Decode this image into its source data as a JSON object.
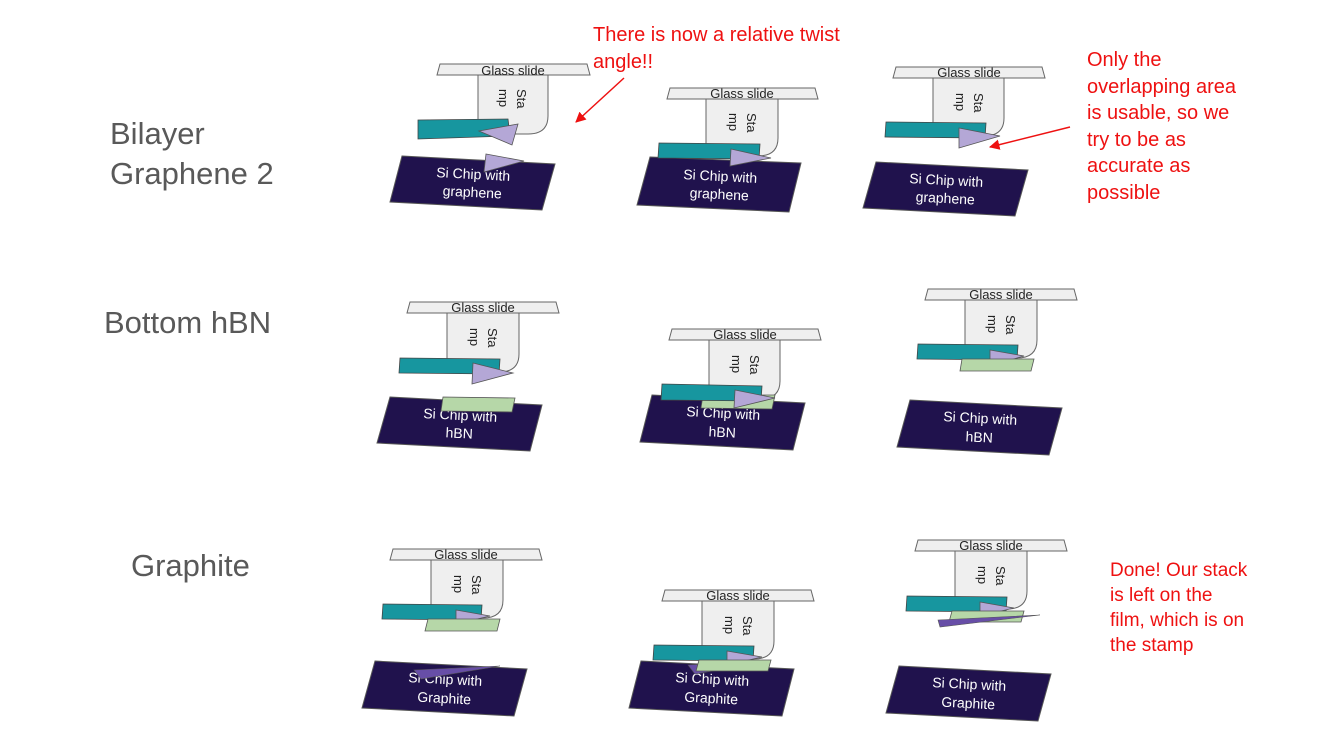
{
  "rows": [
    {
      "label_line1": "Bilayer",
      "label_line2": "Graphene 2"
    },
    {
      "label_line1": "Bottom hBN",
      "label_line2": ""
    },
    {
      "label_line1": "Graphite",
      "label_line2": ""
    }
  ],
  "common": {
    "glass_slide": "Glass slide",
    "stamp_line1": "Sta",
    "stamp_line2": "mp",
    "chip_line1": "Si Chip with"
  },
  "chip_materials": {
    "row1": "graphene",
    "row2": "hBN",
    "row3": "Graphite"
  },
  "notes": {
    "twist": [
      "There is now a relative twist",
      "angle!!"
    ],
    "overlap": [
      "Only the",
      "overlapping area",
      "is usable, so we",
      "try to be as",
      "accurate as",
      "possible"
    ],
    "done": [
      "Done! Our stack",
      "is left on the",
      "film, which is on",
      "the stamp"
    ]
  },
  "colors": {
    "teal": "#17969f",
    "lavender": "#b4a7d6",
    "pale_green": "#b6d7a8",
    "chip_navy": "#20124d",
    "glass": "#efefef",
    "annotation_red": "#ee1111"
  }
}
